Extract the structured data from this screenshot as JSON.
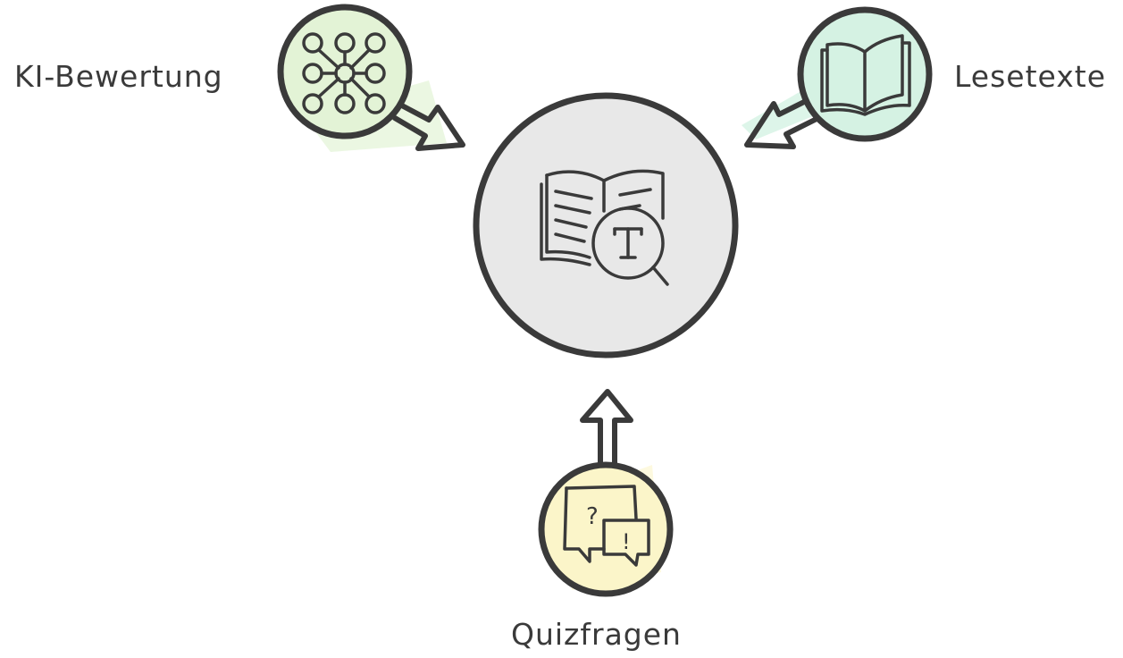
{
  "nodes": {
    "center": {
      "icon": "book-magnifier-icon",
      "glyph": "T",
      "fill": "#e8e8e8"
    },
    "ki_bewertung": {
      "label": "KI-Bewertung",
      "icon": "network-nodes-icon",
      "fill": "#e3f3d6"
    },
    "lesetexte": {
      "label": "Lesetexte",
      "icon": "open-book-icon",
      "fill": "#d5f2e3"
    },
    "quizfragen": {
      "label": "Quizfragen",
      "icon": "speech-bubbles-icon",
      "glyph_question": "?",
      "glyph_exclaim": "!",
      "fill": "#fbf5c9"
    }
  },
  "colors": {
    "stroke": "#3a3a3a",
    "highlight_green": "#e3f3d6",
    "highlight_teal": "#d5f2e3",
    "highlight_yellow": "#fbf5c9",
    "highlight_gray": "#e8e8e8"
  }
}
